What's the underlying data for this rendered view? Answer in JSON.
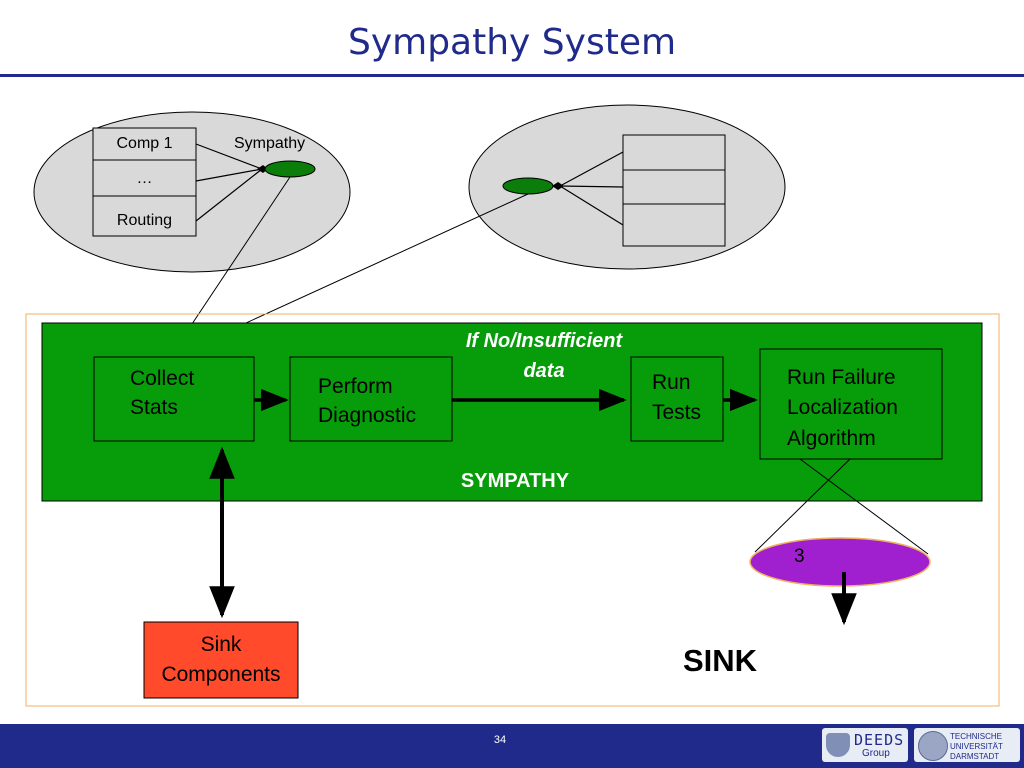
{
  "slide": {
    "title": "Sympathy System",
    "page_number": "34"
  },
  "node_left": {
    "components": [
      "Comp 1",
      "…",
      "Routing"
    ],
    "sympathy_label": "Sympathy"
  },
  "node_right": {
    "component_slots": 3
  },
  "sympathy_box": {
    "label": "SYMPATHY",
    "condition_line1": "If No/Insufficient",
    "condition_line2": "data"
  },
  "steps": {
    "collect": [
      "Collect",
      "Stats"
    ],
    "diagnostic": [
      "Perform",
      "Diagnostic"
    ],
    "tests": [
      "Run",
      "Tests"
    ],
    "localization": [
      "Run Failure",
      "Localization",
      "Algorithm"
    ]
  },
  "sink_components": [
    "Sink",
    "Components"
  ],
  "sink_label": "SINK",
  "sink_node_value": "3",
  "footer": {
    "logo_deeds": [
      "DEEDS",
      "Group"
    ],
    "logo_tu": [
      "TECHNISCHE",
      "UNIVERSITÄT",
      "DARMSTADT"
    ]
  },
  "colors": {
    "title_blue": "#1f2a8a",
    "sympathy_green": "#079c0a",
    "sympathy_node": "#0a7d0a",
    "node_gray": "#d9d9d9",
    "sink_orange": "#ff4a2b",
    "sink_node_purple": "#a020d0",
    "frame_orange": "#f0b060"
  }
}
